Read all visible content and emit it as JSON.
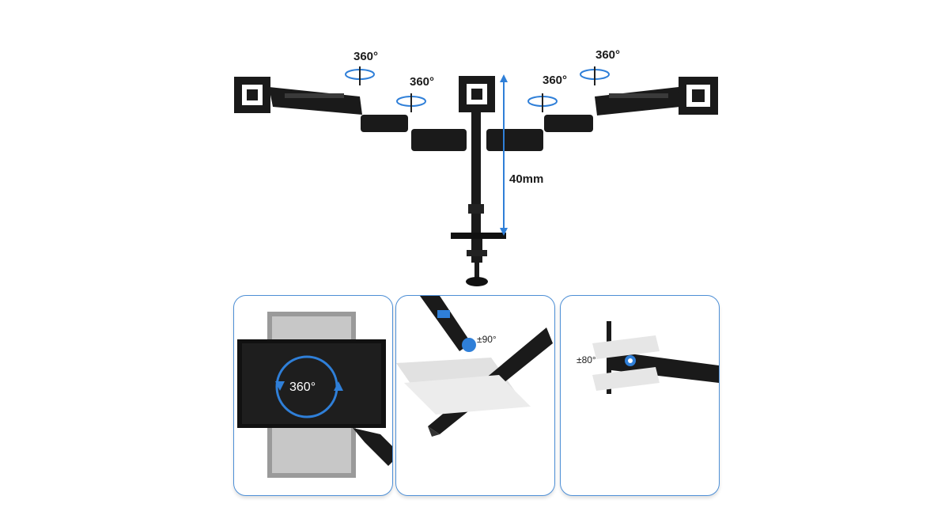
{
  "product": {
    "arm_labels": {
      "left_outer": "360°",
      "left_inner": "360°",
      "right_inner": "360°",
      "right_outer": "360°"
    },
    "height_label": "40mm"
  },
  "panels": [
    {
      "name": "rotation",
      "label": "360°"
    },
    {
      "name": "tilt",
      "label": "±90°"
    },
    {
      "name": "swivel",
      "label": "±80°"
    }
  ],
  "colors": {
    "accent": "#2f7fd8",
    "metal": "#1a1a1a",
    "panel_border": "#4d8fd6"
  }
}
